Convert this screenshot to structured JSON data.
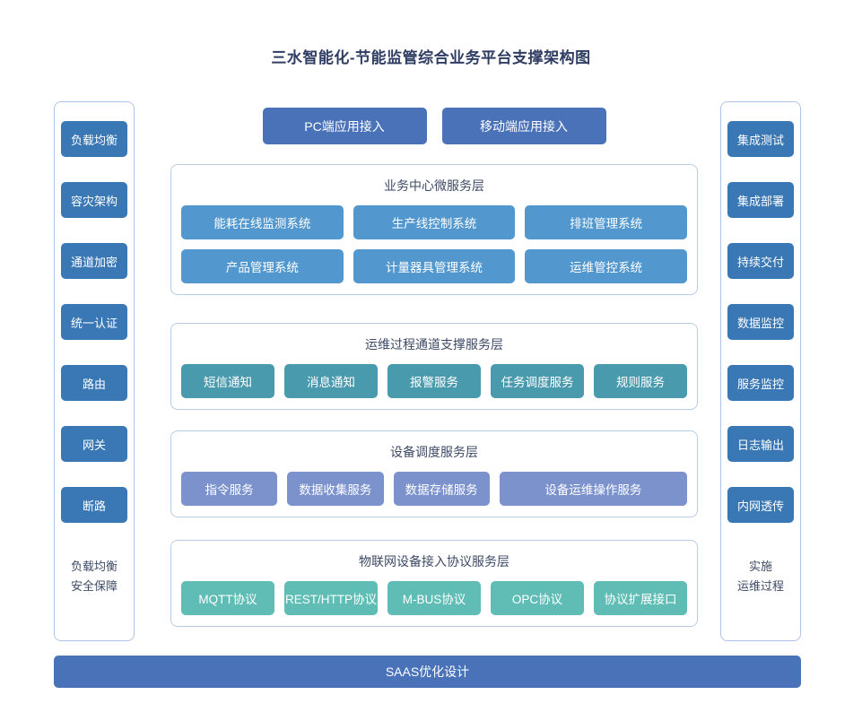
{
  "title": "三水智能化-节能监管综合业务平台支撑架构图",
  "colors": {
    "sidebar_button": "#3a78b5",
    "access_button": "#4a72b8",
    "business_cell": "#5297cd",
    "ops_cell": "#4a9aad",
    "device_cell": "#7b92cc",
    "protocol_cell": "#5fbdb5",
    "bottom_bar": "#4a72b8",
    "panel_border": "#b7cde6",
    "title_text": "#2f3d63"
  },
  "left_sidebar": {
    "items": [
      {
        "label": "负载均衡"
      },
      {
        "label": "容灾架构"
      },
      {
        "label": "通道加密"
      },
      {
        "label": "统一认证"
      },
      {
        "label": "路由"
      },
      {
        "label": "网关"
      },
      {
        "label": "断路"
      }
    ],
    "footer_line1": "负载均衡",
    "footer_line2": "安全保障"
  },
  "right_sidebar": {
    "items": [
      {
        "label": "集成测试"
      },
      {
        "label": "集成部署"
      },
      {
        "label": "持续交付"
      },
      {
        "label": "数据监控"
      },
      {
        "label": "服务监控"
      },
      {
        "label": "日志输出"
      },
      {
        "label": "内网透传"
      }
    ],
    "footer_line1": "实施",
    "footer_line2": "运维过程"
  },
  "access_buttons": [
    {
      "label": "PC端应用接入"
    },
    {
      "label": "移动端应用接入"
    }
  ],
  "layers": {
    "business": {
      "title": "业务中心微服务层",
      "row1": [
        {
          "label": "能耗在线监测系统"
        },
        {
          "label": "生产线控制系统"
        },
        {
          "label": "排班管理系统"
        }
      ],
      "row2": [
        {
          "label": "产品管理系统"
        },
        {
          "label": "计量器具管理系统"
        },
        {
          "label": "运维管控系统"
        }
      ]
    },
    "ops": {
      "title": "运维过程通道支撑服务层",
      "items": [
        {
          "label": "短信通知"
        },
        {
          "label": "消息通知"
        },
        {
          "label": "报警服务"
        },
        {
          "label": "任务调度服务"
        },
        {
          "label": "规则服务"
        }
      ]
    },
    "device": {
      "title": "设备调度服务层",
      "items": [
        {
          "label": "指令服务"
        },
        {
          "label": "数据收集服务"
        },
        {
          "label": "数据存储服务"
        },
        {
          "label": "设备运维操作服务"
        }
      ]
    },
    "protocol": {
      "title": "物联网设备接入协议服务层",
      "items": [
        {
          "label": "MQTT协议"
        },
        {
          "label": "REST/HTTP协议"
        },
        {
          "label": "M-BUS协议"
        },
        {
          "label": "OPC协议"
        },
        {
          "label": "协议扩展接口"
        }
      ]
    }
  },
  "bottom_bar": {
    "label": "SAAS优化设计"
  }
}
